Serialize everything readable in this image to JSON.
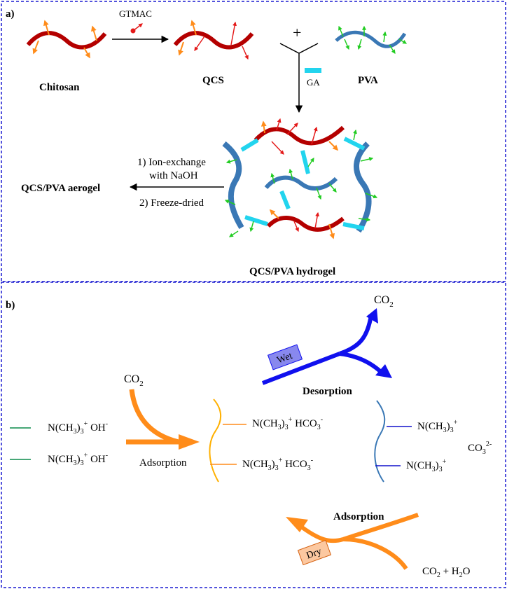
{
  "panel_a": {
    "label": "a)",
    "chitosan": "Chitosan",
    "gtmac": "GTMAC",
    "qcs": "QCS",
    "plus": "+",
    "ga": "GA",
    "pva": "PVA",
    "step1_line1": "1) Ion-exchange",
    "step1_line2": "with NaOH",
    "step2": "2) Freeze-dried",
    "aerogel": "QCS/PVA aerogel",
    "hydrogel": "QCS/PVA hydrogel"
  },
  "panel_b": {
    "label": "b)",
    "co2_top": "CO",
    "co2_top_sub": "2",
    "wet": "Wet",
    "desorption": "Desorption",
    "co2_left": "CO",
    "co2_left_sub": "2",
    "adsorption_left": "Adsorption",
    "oh_group": {
      "pre": "N(CH",
      "sub": "3",
      "mid": ")",
      "sub2": "3",
      "sup": "+",
      "anion": " OH",
      "anion_sup": "-"
    },
    "hco3_group": {
      "pre": "N(CH",
      "sub": "3",
      "mid": ")",
      "sub2": "3",
      "sup": "+",
      "anion": " HCO",
      "anion_sub": "3",
      "anion_sup": "-"
    },
    "n_group": {
      "pre": "N(CH",
      "sub": "3",
      "mid": ")",
      "sub2": "3",
      "sup": "+"
    },
    "carbonate": {
      "pre": "CO",
      "sub": "3",
      "sup": "2-"
    },
    "adsorption_bottom": "Adsorption",
    "dry": "Dry",
    "co2_h2o": {
      "a": "CO",
      "a_sub": "2",
      "plus": " + H",
      "b_sub": "2",
      "c": "O"
    }
  },
  "colors": {
    "chitosan_red": "#b40000",
    "pva_blue": "#3a78b5",
    "arrow_orange": "#ff8c1a",
    "arrow_red": "#e41a1a",
    "arrow_green": "#22cc22",
    "ga_cyan": "#22d4ee",
    "wet_blue": "#1010ee",
    "box_border": "#1a1ad0",
    "orange_chain": "#ffb000",
    "teal_line": "#0a8a4a"
  }
}
